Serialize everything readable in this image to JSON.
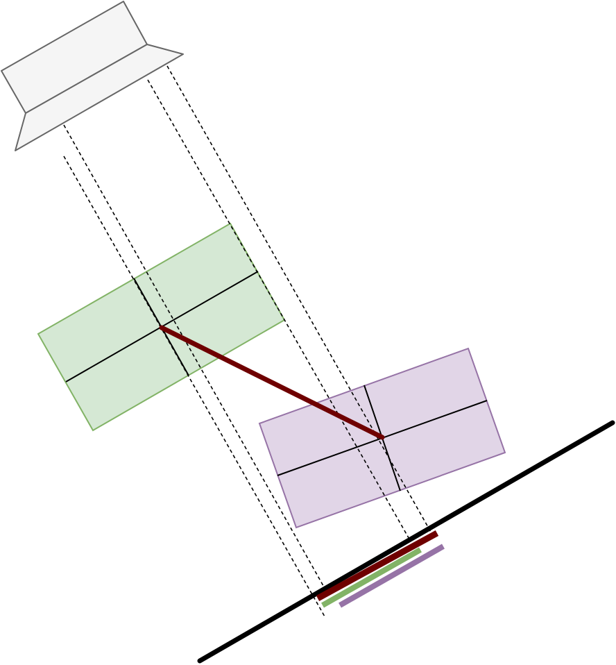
{
  "diagram": {
    "text": [],
    "elements": [
      {
        "name": "projector-source",
        "fill": "#f5f5f5",
        "stroke": "#666666"
      },
      {
        "name": "projection-rays",
        "style": "dashed",
        "stroke": "#000000"
      },
      {
        "name": "green-box",
        "fill": "#d5e8d4",
        "stroke": "#82b366"
      },
      {
        "name": "purple-box",
        "fill": "#e1d5e7",
        "stroke": "#9673a6"
      },
      {
        "name": "center-connector",
        "stroke": "#6f0000"
      },
      {
        "name": "projection-axis",
        "stroke": "#000000"
      },
      {
        "name": "projected-connector-segment",
        "stroke": "#6f0000"
      },
      {
        "name": "projected-green-segment",
        "stroke": "#82b366"
      },
      {
        "name": "projected-purple-segment",
        "stroke": "#9673a6"
      }
    ]
  }
}
